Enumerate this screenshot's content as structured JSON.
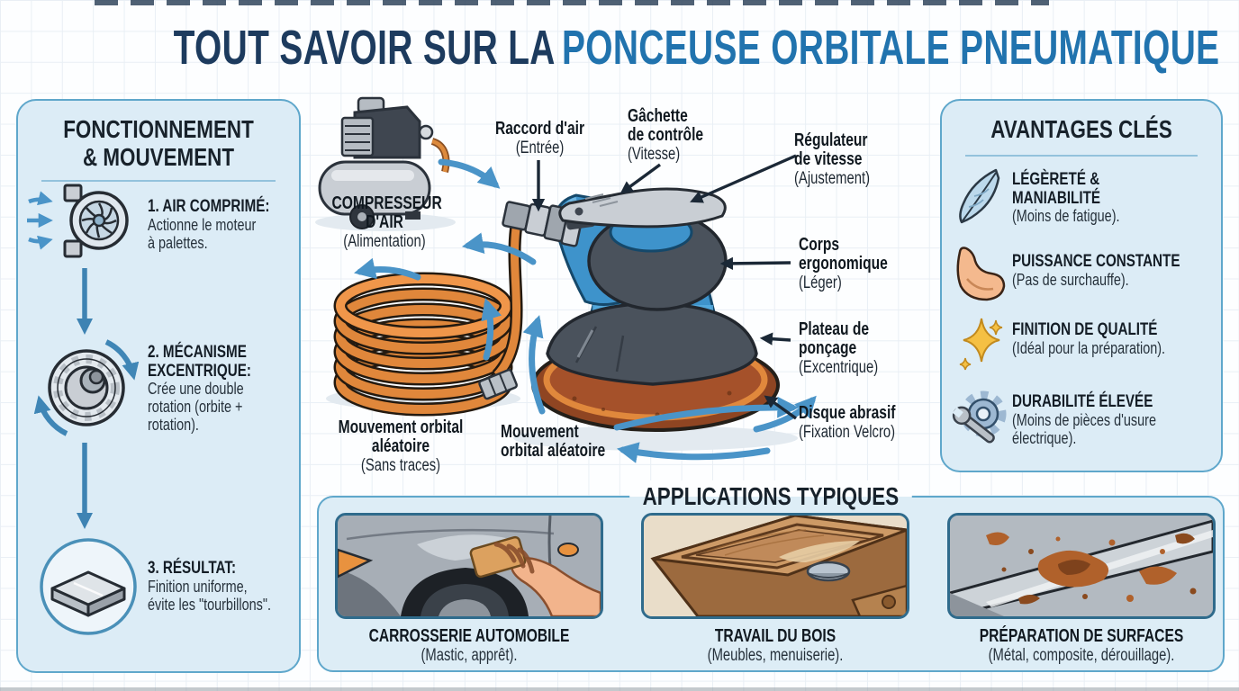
{
  "title": {
    "normal": "TOUT SAVOIR SUR LA",
    "highlight": "PONCEUSE ORBITALE PNEUMATIQUE"
  },
  "left_panel": {
    "heading_lines": [
      "FONCTIONNEMENT",
      "& MOUVEMENT"
    ],
    "steps": [
      {
        "icon": "air-vane-motor-icon",
        "title_lines": [
          "1. AIR COMPRIMÉ:"
        ],
        "body_lines": [
          "Actionne le moteur",
          "à palettes."
        ]
      },
      {
        "icon": "eccentric-mechanism-icon",
        "title_lines": [
          "2. MÉCANISME",
          "EXCENTRIQUE:"
        ],
        "body_lines": [
          "Crée une double",
          "rotation (orbite +",
          "rotation)."
        ]
      },
      {
        "icon": "uniform-finish-icon",
        "title_lines": [
          "3. RÉSULTAT:"
        ],
        "body_lines": [
          "Finition uniforme,",
          "évite les \"tourbillons\"."
        ]
      }
    ]
  },
  "right_panel": {
    "heading": "AVANTAGES CLÉS",
    "benefits": [
      {
        "icon": "feather-icon",
        "title_lines": [
          "LÉGÈRETÉ &",
          "MANIABILITÉ"
        ],
        "sub_lines": [
          "(Moins de fatigue)."
        ]
      },
      {
        "icon": "muscle-icon",
        "title_lines": [
          "PUISSANCE CONSTANTE"
        ],
        "sub_lines": [
          "(Pas de surchauffe)."
        ]
      },
      {
        "icon": "sparkles-icon",
        "title_lines": [
          "FINITION DE QUALITÉ"
        ],
        "sub_lines": [
          "(Idéal pour la préparation)."
        ]
      },
      {
        "icon": "gear-wrench-icon",
        "title_lines": [
          "DURABILITÉ ÉLEVÉE"
        ],
        "sub_lines": [
          "(Moins de pièces d'usure",
          "électrique)."
        ]
      }
    ]
  },
  "diagram": {
    "illustrations": {
      "compressor": "air-compressor-illustration",
      "hose": "coiled-air-hose-illustration",
      "sander": "orbital-sander-illustration"
    },
    "compressor_label": {
      "title_lines": [
        "COMPRESSEUR",
        "D'AIR"
      ],
      "sub": "(Alimentation)"
    },
    "callouts": [
      {
        "title_lines": [
          "Raccord d'air"
        ],
        "sub": "(Entrée)"
      },
      {
        "title_lines": [
          "Gâchette",
          "de contrôle"
        ],
        "sub": "(Vitesse)"
      },
      {
        "title_lines": [
          "Régulateur",
          "de vitesse"
        ],
        "sub": "(Ajustement)"
      },
      {
        "title_lines": [
          "Corps",
          "ergonomique"
        ],
        "sub": "(Léger)"
      },
      {
        "title_lines": [
          "Plateau de",
          "ponçage"
        ],
        "sub": "(Excentrique)"
      },
      {
        "title_lines": [
          "Disque abrasif"
        ],
        "sub": "(Fixation Velcro)"
      }
    ],
    "motion_left": {
      "title_lines": [
        "Mouvement orbital",
        "aléatoire"
      ],
      "sub": "(Sans traces)"
    },
    "motion_center": {
      "title_lines": [
        "Mouvement",
        "orbital aléatoire"
      ]
    }
  },
  "applications": {
    "heading": "APPLICATIONS TYPIQUES",
    "items": [
      {
        "illustration": "car-body-sanding-illustration",
        "title": "CARROSSERIE AUTOMOBILE",
        "sub": "(Mastic, apprêt)."
      },
      {
        "illustration": "wood-furniture-illustration",
        "title": "TRAVAIL DU BOIS",
        "sub": "(Meubles, menuiserie)."
      },
      {
        "illustration": "rusty-metal-surface-illustration",
        "title": "PRÉPARATION DE SURFACES",
        "sub": "(Métal, composite, dérouillage)."
      }
    ]
  },
  "colors": {
    "title_navy": "#1d3b5e",
    "title_blue": "#2173ae",
    "panel_bg": "#dcecf6",
    "panel_border": "#5fa7cb",
    "arrow_blue": "#4a94c8",
    "callout_arrow": "#1b2836",
    "hose_orange": "#e0873b",
    "sander_blue": "#3e93cb",
    "sander_gray": "#4a525c",
    "disc_brown": "#8f4522",
    "text_dark": "#1c2730"
  }
}
